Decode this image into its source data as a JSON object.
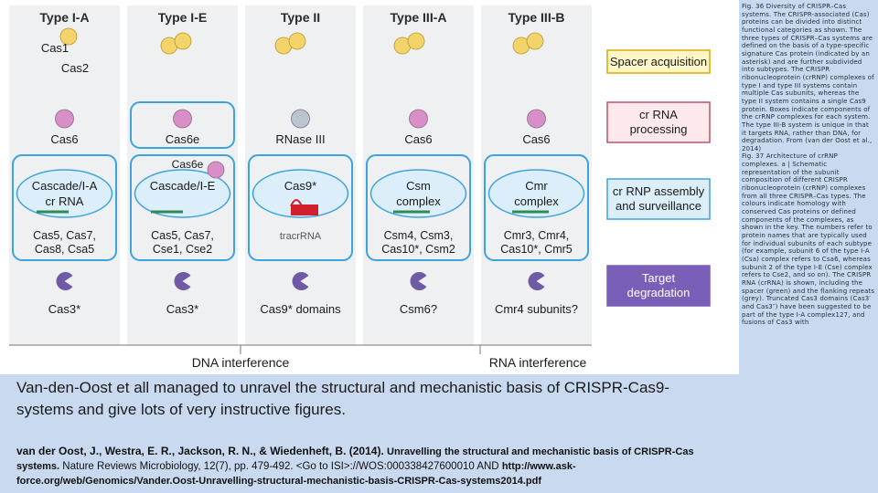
{
  "figure": {
    "columns": [
      "Type I-A",
      "Type I-E",
      "Type II",
      "Type III-A",
      "Type III-B"
    ],
    "rows": {
      "adaptation": [
        [
          "Cas1",
          "Cas2"
        ]
      ],
      "processing": [
        "Cas6",
        "Cas6e",
        "RNase III",
        "Cas6",
        "Cas6"
      ],
      "complex_titles": [
        "Cascade/I-A",
        "Cascade/I-E",
        "Cas9*",
        "Csm",
        "Cmr"
      ],
      "complex_subtitles": [
        "cr RNA",
        "",
        "",
        "complex",
        "complex"
      ],
      "cas6e_label": "Cas6e",
      "tracr_label": "tracrRNA",
      "complex_components": [
        [
          "Cas5, Cas7,",
          "Cas8, Csa5"
        ],
        [
          "Cas5, Cas7,",
          "Cse1, Cse2"
        ],
        [],
        [
          "Csm4, Csm3,",
          "Cas10*, Csm2"
        ],
        [
          "Cmr3, Cmr4,",
          "Cas10*, Cmr5"
        ]
      ],
      "interference": [
        "Cas3*",
        "Cas3*",
        "Cas9* domains",
        "Csm6?",
        "Cmr4 subunits?"
      ]
    },
    "stages": [
      {
        "label": "Spacer acquisition",
        "fill": "#fff6c8",
        "border": "#e0a800"
      },
      {
        "label": "cr RNA processing",
        "fill": "#fde8ec",
        "border": "#c0506a"
      },
      {
        "label": "cr RNP assembly and surveillance",
        "fill": "#dbeefa",
        "border": "#3ea3dc"
      },
      {
        "label": "Target degradation",
        "fill": "#7a5fb8",
        "border": "#7a5fb8"
      }
    ],
    "bottom_labels": [
      "DNA interference",
      "RNA interference"
    ],
    "colors": {
      "yellow_protein": "#f3d46a",
      "pink_protein": "#d98ec7",
      "grey_protein": "#b9c6cf",
      "purple_protein": "#6f5aa6",
      "complex_fill": "#dbeefa",
      "complex_border": "#3ea3dc",
      "column_bg": "#eef0f2",
      "crRNA_green": "#2e8b57",
      "target_red": "#d0202c"
    }
  },
  "caption": {
    "text": "Van-den-Oost et all managed to unravel the structural and mechanistic basis of CRISPR-Cas9-systems and give lots of very instructive figures."
  },
  "citation": {
    "authors": "van der Oost, J., Westra, E. R., Jackson, R. N., & Wiedenheft, B. (2014).",
    "title": "Unravelling the structural and mechanistic basis of CRISPR-Cas systems.",
    "journal": "Nature Reviews Microbiology, 12(7), pp. 479-492. <Go to ISI>://WOS:000338427600010 AND",
    "link": "http://www.ask-force.org/web/Genomics/Vander.Oost-Unravelling-structural-mechanistic-basis-CRISPR-Cas-systems2014.pdf"
  },
  "side": {
    "text": "Fig. 36 Diversity of CRISPR–Cas systems. The CRISPR-associated (Cas) proteins can be divided into distinct functional categories as shown. The three types of CRISPR–Cas systems are defined on the basis of a type-specific signature Cas protein (indicated by an asterisk) and are further subdivided into subtypes. The CRISPR ribonucleoprotein (crRNP) complexes of type I and type III systems contain multiple Cas subunits, whereas the type II system contains a single Cas9 protein. Boxes indicate components of the crRNP complexes for each system. The type III-B system is unique in that it targets RNA, rather than DNA, for degradation. From (van der Oost et al., 2014)\nFig. 37 Architecture of crRNP complexes. a | Schematic representation of the subunit composition of different CRISPR ribonucleoprotein (crRNP) complexes from all three CRISPR–Cas types. The colours indicate homology with conserved Cas proteins or defined components of the complexes, as shown in the key. The numbers refer to protein names that are typically used for individual subunits of each subtype (for example, subunit 6 of the type I-A (Csa) complex refers to Csa6, whereas subunit 2 of the type I-E (Cse) complex refers to Cse2, and so on). The CRISPR RNA (crRNA) is shown, including the spacer (green) and the flanking repeats (grey). Truncated Cas3 domains (Cas3′ and Cas3″) have been suggested to be part of the type I-A complex127, and fusions of Cas3 with"
  }
}
